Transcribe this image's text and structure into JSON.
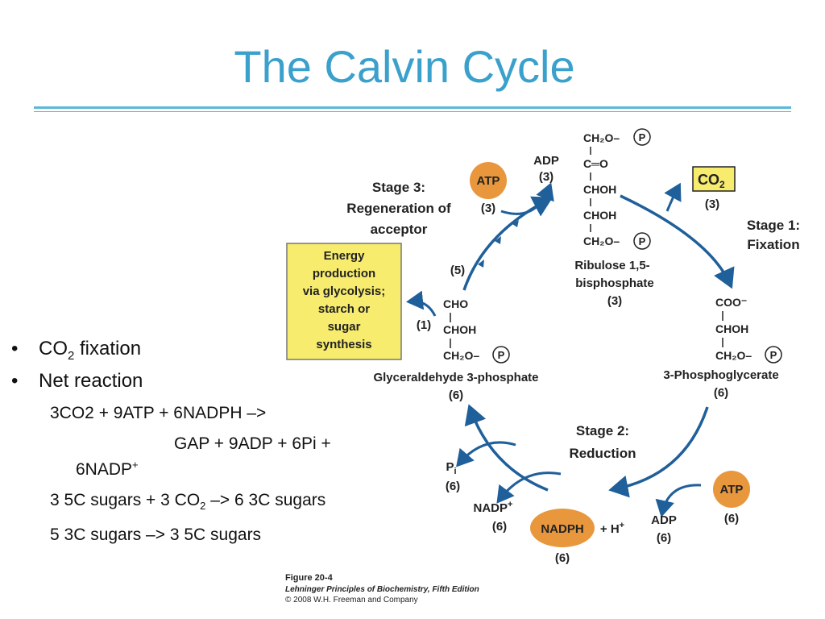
{
  "slide": {
    "title": "The Calvin Cycle",
    "bullets": [
      "CO",
      "2",
      " fixation",
      "Net reaction"
    ],
    "sub": [
      "3CO2 + 9ATP + 6NADPH –>",
      "GAP + 9ADP + 6Pi +",
      "6NADP",
      "+",
      "3 5C sugars + 3 CO",
      "2",
      " –> 6 3C sugars",
      "5 3C sugars –> 3 5C sugars"
    ]
  },
  "colors": {
    "title": "#3aa0cc",
    "rule": "#5bb8dd",
    "arrow": "#1f5f9a",
    "box": "#f7ec6e",
    "orange": "#e8973d"
  },
  "diagram": {
    "stage1": [
      "Stage 1:",
      "Fixation"
    ],
    "stage2": [
      "Stage 2:",
      "Reduction"
    ],
    "stage3": [
      "Stage 3:",
      "Regeneration of",
      "acceptor"
    ],
    "box": [
      "Energy",
      "production",
      "via glycolysis;",
      "starch or",
      "sugar",
      "synthesis"
    ],
    "rubp": {
      "rows": [
        "CH₂O–",
        "C═O",
        "CHOH",
        "CHOH",
        "CH₂O–"
      ],
      "name": [
        "Ribulose 1,5-",
        "bisphosphate",
        "(3)"
      ]
    },
    "pga": {
      "rows": [
        "COO⁻",
        "CHOH",
        "CH₂O–"
      ],
      "name": [
        "3-Phosphoglycerate",
        "(6)"
      ]
    },
    "gap": {
      "rows": [
        "CHO",
        "CHOH",
        "CH₂O–"
      ],
      "name": [
        "Glyceraldehyde 3-phosphate",
        "(6)"
      ]
    },
    "p": "P",
    "co2": {
      "label": "CO",
      "sub": "2",
      "count": "(3)"
    },
    "atp": "ATP",
    "adp": "ADP",
    "nadph": "NADPH",
    "nadp": "NADP",
    "plus": "+",
    "h": "+ H",
    "pi": "P",
    "pi_sub": "i",
    "c3": "(3)",
    "c6": "(6)",
    "c5": "(5)",
    "c1": "(1)"
  },
  "figure": {
    "label": "Figure 20-4",
    "book": "Lehninger Principles of Biochemistry, Fifth Edition",
    "copyright": "© 2008 W.H. Freeman and Company"
  }
}
